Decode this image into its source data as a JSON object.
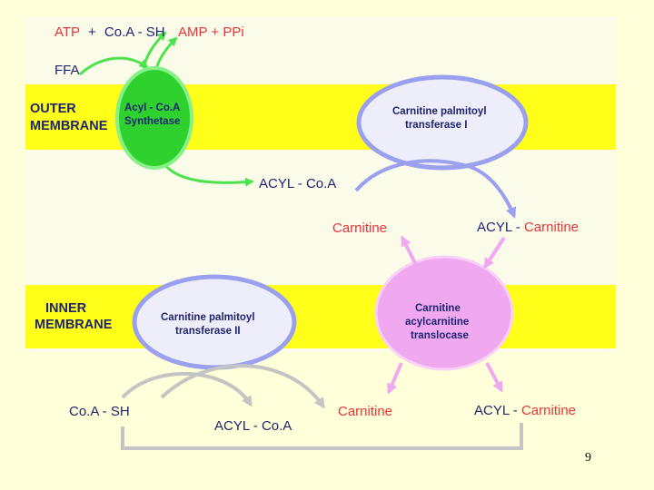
{
  "top": {
    "reactants_atp": "ATP",
    "reactants_plus": "+",
    "reactants_coa": "Co.A - SH",
    "products": "AMP + PPi",
    "ffa": "FFA"
  },
  "outer_membrane": {
    "label_line1": "OUTER",
    "label_line2": "MEMBRANE",
    "synthetase_line1": "Acyl - Co.A",
    "synthetase_line2": "Synthetase",
    "cpt1_line1": "Carnitine palmitoyl",
    "cpt1_line2": "transferase I"
  },
  "intermembrane": {
    "acyl_coa": "ACYL - Co.A",
    "carnitine": "Carnitine",
    "acyl_carnitine_prefix": "ACYL - ",
    "acyl_carnitine_suffix": "Carnitine"
  },
  "inner_membrane": {
    "label_line1": "INNER",
    "label_line2": "MEMBRANE",
    "cpt2_line1": "Carnitine palmitoyl",
    "cpt2_line2": "transferase II",
    "translocase_line1": "Carnitine",
    "translocase_line2": "acylcarnitine",
    "translocase_line3": "translocase"
  },
  "matrix": {
    "coa_sh": "Co.A - SH",
    "acyl_coa": "ACYL - Co.A",
    "carnitine": "Carnitine",
    "acyl_carnitine_prefix": "ACYL - ",
    "acyl_carnitine_suffix": "Carnitine"
  },
  "page_number": "9",
  "colors": {
    "background": "#ffffd9",
    "membrane_band": "#ffff1a",
    "synthetase": "#2ed12e",
    "cpt": "#9aa0ee",
    "translocase": "#f0a8f0",
    "red_text": "#e8343a",
    "navy_text": "#1f2470"
  }
}
